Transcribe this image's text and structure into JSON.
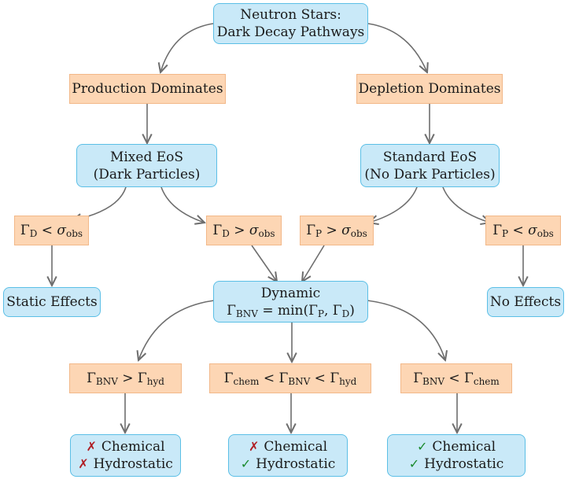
{
  "nodes": {
    "root": {
      "line1": "Neutron Stars:",
      "line2": "Dark Decay Pathways"
    },
    "production": {
      "label": "Production Dominates"
    },
    "depletion": {
      "label": "Depletion Dominates"
    },
    "mixed_eos": {
      "line1": "Mixed EoS",
      "line2": "(Dark Particles)"
    },
    "standard_eos": {
      "line1": "Standard EoS",
      "line2": "(No Dark Particles)"
    },
    "cond_d_lt": {
      "g": "Γ",
      "gsub": "D",
      "op": "<",
      "s": "σ",
      "ssub": "obs"
    },
    "cond_d_gt": {
      "g": "Γ",
      "gsub": "D",
      "op": ">",
      "s": "σ",
      "ssub": "obs"
    },
    "cond_p_gt": {
      "g": "Γ",
      "gsub": "P",
      "op": ">",
      "s": "σ",
      "ssub": "obs"
    },
    "cond_p_lt": {
      "g": "Γ",
      "gsub": "P",
      "op": "<",
      "s": "σ",
      "ssub": "obs"
    },
    "static_effects": {
      "label": "Static Effects"
    },
    "no_effects": {
      "label": "No Effects"
    },
    "dynamic": {
      "line1": "Dynamic",
      "g": "Γ",
      "gsub": "BNV",
      "eq": "=",
      "fn": "min(Γ",
      "a_sub": "P",
      "comma": ", Γ",
      "b_sub": "D",
      "close": ")"
    },
    "bnv_gt_hyd": {
      "g1": "Γ",
      "s1": "BNV",
      "op": ">",
      "g2": "Γ",
      "s2": "hyd"
    },
    "chem_bnv_hyd": {
      "g1": "Γ",
      "s1": "chem",
      "op1": "<",
      "g2": "Γ",
      "s2": "BNV",
      "op2": "<",
      "g3": "Γ",
      "s3": "hyd"
    },
    "bnv_lt_chem": {
      "g1": "Γ",
      "s1": "BNV",
      "op": "<",
      "g2": "Γ",
      "s2": "chem"
    },
    "outcome_left": {
      "r1_mark": "✗",
      "r1_label": "Chemical",
      "r2_mark": "✗",
      "r2_label": "Hydrostatic"
    },
    "outcome_mid": {
      "r1_mark": "✗",
      "r1_label": "Chemical",
      "r2_mark": "✓",
      "r2_label": "Hydrostatic"
    },
    "outcome_right": {
      "r1_mark": "✓",
      "r1_label": "Chemical",
      "r2_mark": "✓",
      "r2_label": "Hydrostatic"
    }
  },
  "colors": {
    "blue_fill": "#c9e9f8",
    "blue_border": "#5bbfe6",
    "orange_fill": "#fdd6b4",
    "orange_border": "#f2b889",
    "arrow": "#6e6e6e",
    "cross": "#b01e24",
    "check": "#1a8a2e"
  }
}
